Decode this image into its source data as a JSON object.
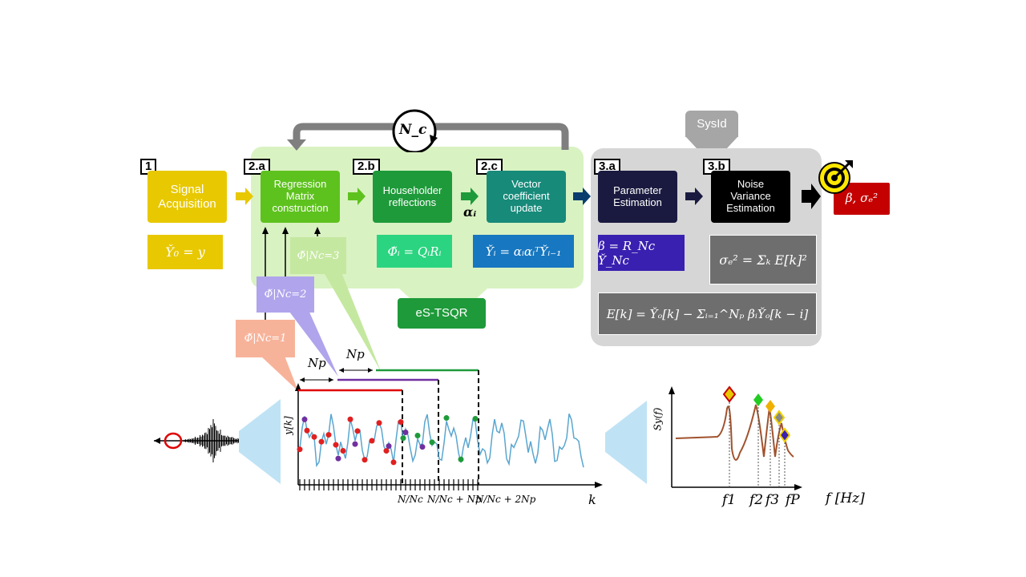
{
  "steps": {
    "s1": {
      "tag": "1",
      "title": "Signal Acquisition",
      "eq": "Y̌₀ = y"
    },
    "s2a": {
      "tag": "2.a",
      "title": "Regression Matrix construction"
    },
    "s2b": {
      "tag": "2.b",
      "title": "Householder reflections",
      "eq": "Φ̃ᵢ = QᵢRᵢ"
    },
    "s2c": {
      "tag": "2.c",
      "title": "Vector coefficient update",
      "eq": "Y̌ᵢ = αᵢαᵢᵀY̌ᵢ₋₁"
    },
    "s3a": {
      "tag": "3.a",
      "title": "Parameter Estimation",
      "eq": "β = R_Nc Y̌_Nc"
    },
    "s3b": {
      "tag": "3.b",
      "title": "Noise Variance Estimation",
      "eq": "σₑ² = Σₖ E[k]²"
    }
  },
  "error_eq": "E[k] = Y̌ₒ[k] − Σᵢ₌₁^Nₚ βᵢY̌ₒ[k − i]",
  "result": "β, σₑ²",
  "sysid_label": "SysId",
  "estsqr_label": "eS-TSQR",
  "loop_label": "N_c",
  "alpha_label": "αᵢ",
  "phi_labels": [
    "Φ̌|Nc=1",
    "Φ̌|Nc=2",
    "Φ̌|Nc=3"
  ],
  "np_label": "Np",
  "signal_plot": {
    "ylabel": "y[k]",
    "xlabel": "k",
    "tick1": "N/Nc",
    "tick2": "N/Nc + Np",
    "tick3": "N/Nc + 2Np"
  },
  "spectrum": {
    "ylabel": "Sy(f)",
    "xlabel": "f [Hz]",
    "freqs": [
      "f1",
      "f2",
      "f3",
      "fP"
    ]
  },
  "colors": {
    "yellow": "#e8c800",
    "green_light": "#d4f0b0",
    "green_box": "#5ec21e",
    "green_dark": "#1e9a3a",
    "teal": "#178a7a",
    "navy": "#1a1a40",
    "black": "#000000",
    "red": "#c40000",
    "gray": "#d0d0d0",
    "purple": "#3a20b0",
    "eq_gray": "#6e6e6e"
  }
}
